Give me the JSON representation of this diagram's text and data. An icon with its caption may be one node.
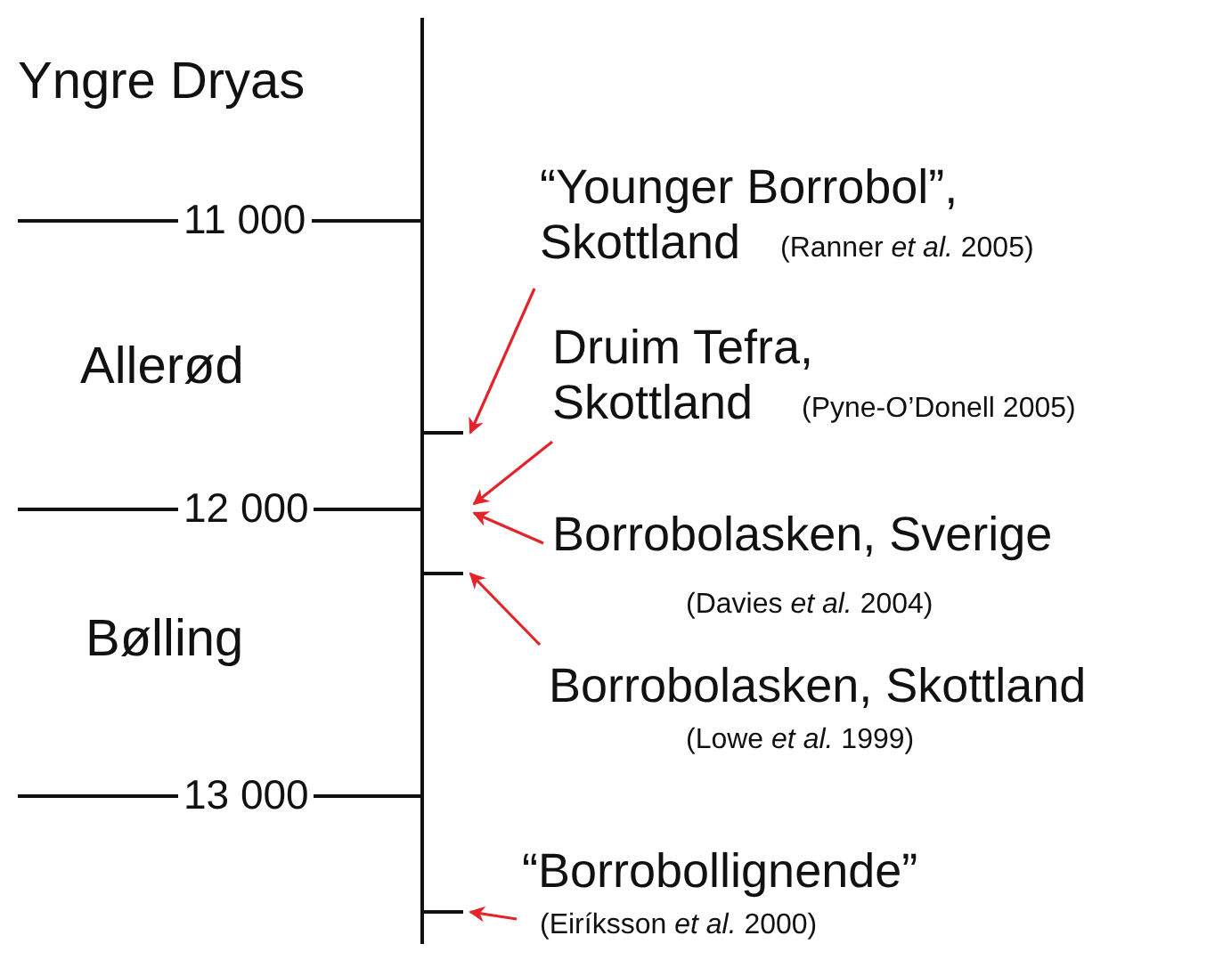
{
  "diagram": {
    "nodes": [
      {
        "text": [
          "“Younger Borrobol”, Skottland",
          "(Ranner *et al.* 2005)"
        ]
      },
      {
        "text": [
          "Druim Tefra, Skottland",
          "(Pyne-O’Donell 2005)"
        ]
      },
      {
        "text": [
          "Borrobolasken, Sverige",
          "(Davies *et al.* 2004)"
        ]
      },
      {
        "text": [
          "Borrobolasken, Skottland",
          "(Lowe *et al.* 1999)"
        ]
      },
      {
        "text": [
          "“Borrobollignende”",
          "(Eiríksson *et al.* 2000)"
        ]
      },
      {
        "text": [],
        "shape": "bar"
      },
      {
        "text": [],
        "shape": "bar"
      },
      {
        "text": [],
        "shape": "bar"
      }
    ],
    "edges": [
      {
        "from": 0,
        "to": 5,
        "arrow": "to"
      },
      {
        "from": 1,
        "to": null,
        "arrow": "to"
      },
      {
        "from": 2,
        "to": null,
        "arrow": "to"
      },
      {
        "from": 3,
        "to": 6,
        "arrow": "to"
      },
      {
        "from": 4,
        "to": 7,
        "arrow": "to"
      }
    ],
    "labels": [
      "Yngre Dryas",
      "11 000",
      "Allerød",
      "12 000",
      "Bølling",
      "13 000"
    ]
  }
}
